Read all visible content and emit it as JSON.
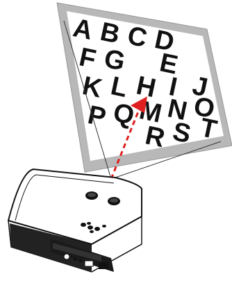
{
  "screen": {
    "letters": [
      [
        "A",
        "B",
        "C",
        "D",
        ""
      ],
      [
        "F",
        "G",
        "",
        "E",
        ""
      ],
      [
        "K",
        "L",
        "H",
        "I",
        "J"
      ],
      [
        "P",
        "Q",
        "M",
        "N",
        "O"
      ],
      [
        "",
        "",
        "R",
        "S",
        "T"
      ]
    ]
  },
  "colors": {
    "screen_frame": "#b8b8b8",
    "screen_inner": "#ffffff",
    "letter_fill": "#111111",
    "projector_body": "#ffffff",
    "outline": "#111111",
    "beam_arrow": "#e02020",
    "beam_lines": "#333333"
  },
  "icons": {
    "projector": "projector-icon",
    "lens": "lens-icon",
    "control_pad": "control-pad-icon",
    "ports": "ports-icon",
    "arrow": "projection-arrow-icon"
  }
}
